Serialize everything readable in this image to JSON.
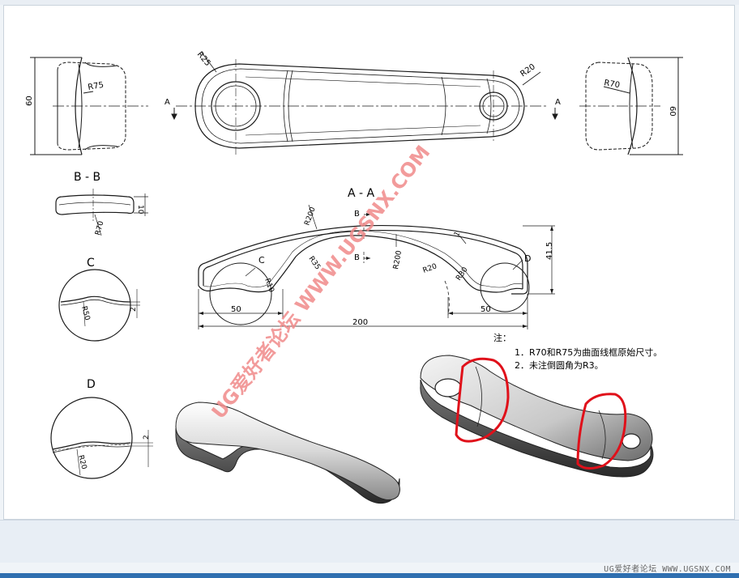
{
  "drawing": {
    "dims": {
      "left_height": "60",
      "right_height": "60",
      "r75": "R75",
      "r70_right": "R70",
      "r25": "R25",
      "r20_top": "R20",
      "section_mark": "A",
      "aa_height": "41.5",
      "aa_length": "200",
      "aa_left_50": "50",
      "aa_right_50": "50",
      "r200_outer": "R200",
      "r200_inner": "R200",
      "r10": "R10",
      "r35": "R35",
      "r20_mid": "R20",
      "r30": "R30",
      "thk_1": "1",
      "bb_height": "10",
      "bb_r70": "R70",
      "c_r50": "R50",
      "c_2": "2",
      "d_r20": "R20",
      "d_2": "2",
      "label_b": "B",
      "label_c": "C",
      "label_d": "D"
    },
    "section_labels": {
      "bb": "B - B",
      "aa": "A - A",
      "c": "C",
      "d": "D"
    },
    "notes": {
      "title": "注：",
      "line1": "1．R70和R75为曲面线框原始尺寸。",
      "line2": "2．未注倒圆角为R3。"
    },
    "watermark": "UG爱好者论坛 WWW.UGSNX.COM"
  },
  "footer": {
    "text": "UG爱好者论坛 WWW.UGSNX.COM"
  },
  "colors": {
    "line": "#1a1a1a",
    "watermark": "#f08a8a",
    "annotation": "#e0101a",
    "background": "#ffffff"
  }
}
